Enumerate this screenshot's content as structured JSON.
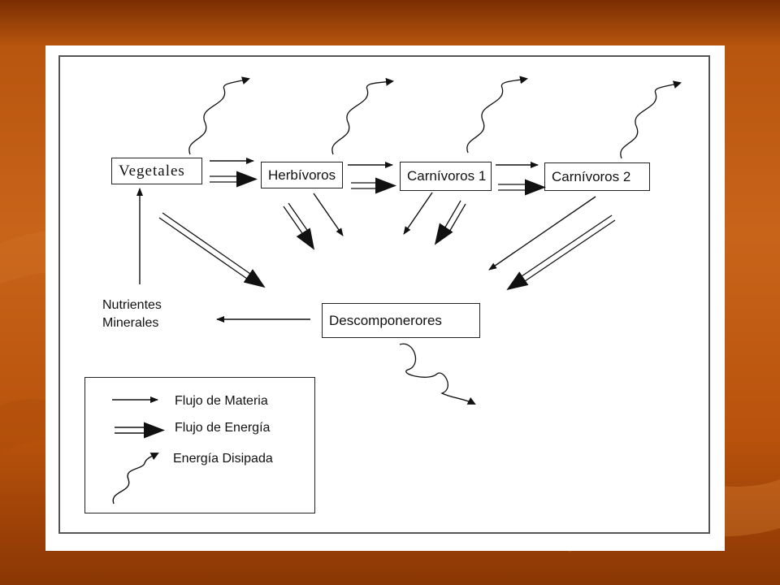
{
  "nodes": {
    "vegetales": "Vegetales",
    "herbivoros": "Herbívoros",
    "carnivoros1": "Carnívoros 1",
    "carnivoros2": "Carnívoros 2",
    "descomponedores": "Descomponerores",
    "nutrientes": "Nutrientes\nMinerales"
  },
  "legend": {
    "materia": "Flujo de Materia",
    "energia": "Flujo de Energía",
    "disipada": "Energía Disipada"
  },
  "colors": {
    "background_dark": "#7a2e02",
    "background_mid": "#c8641a",
    "line": "#111111"
  }
}
